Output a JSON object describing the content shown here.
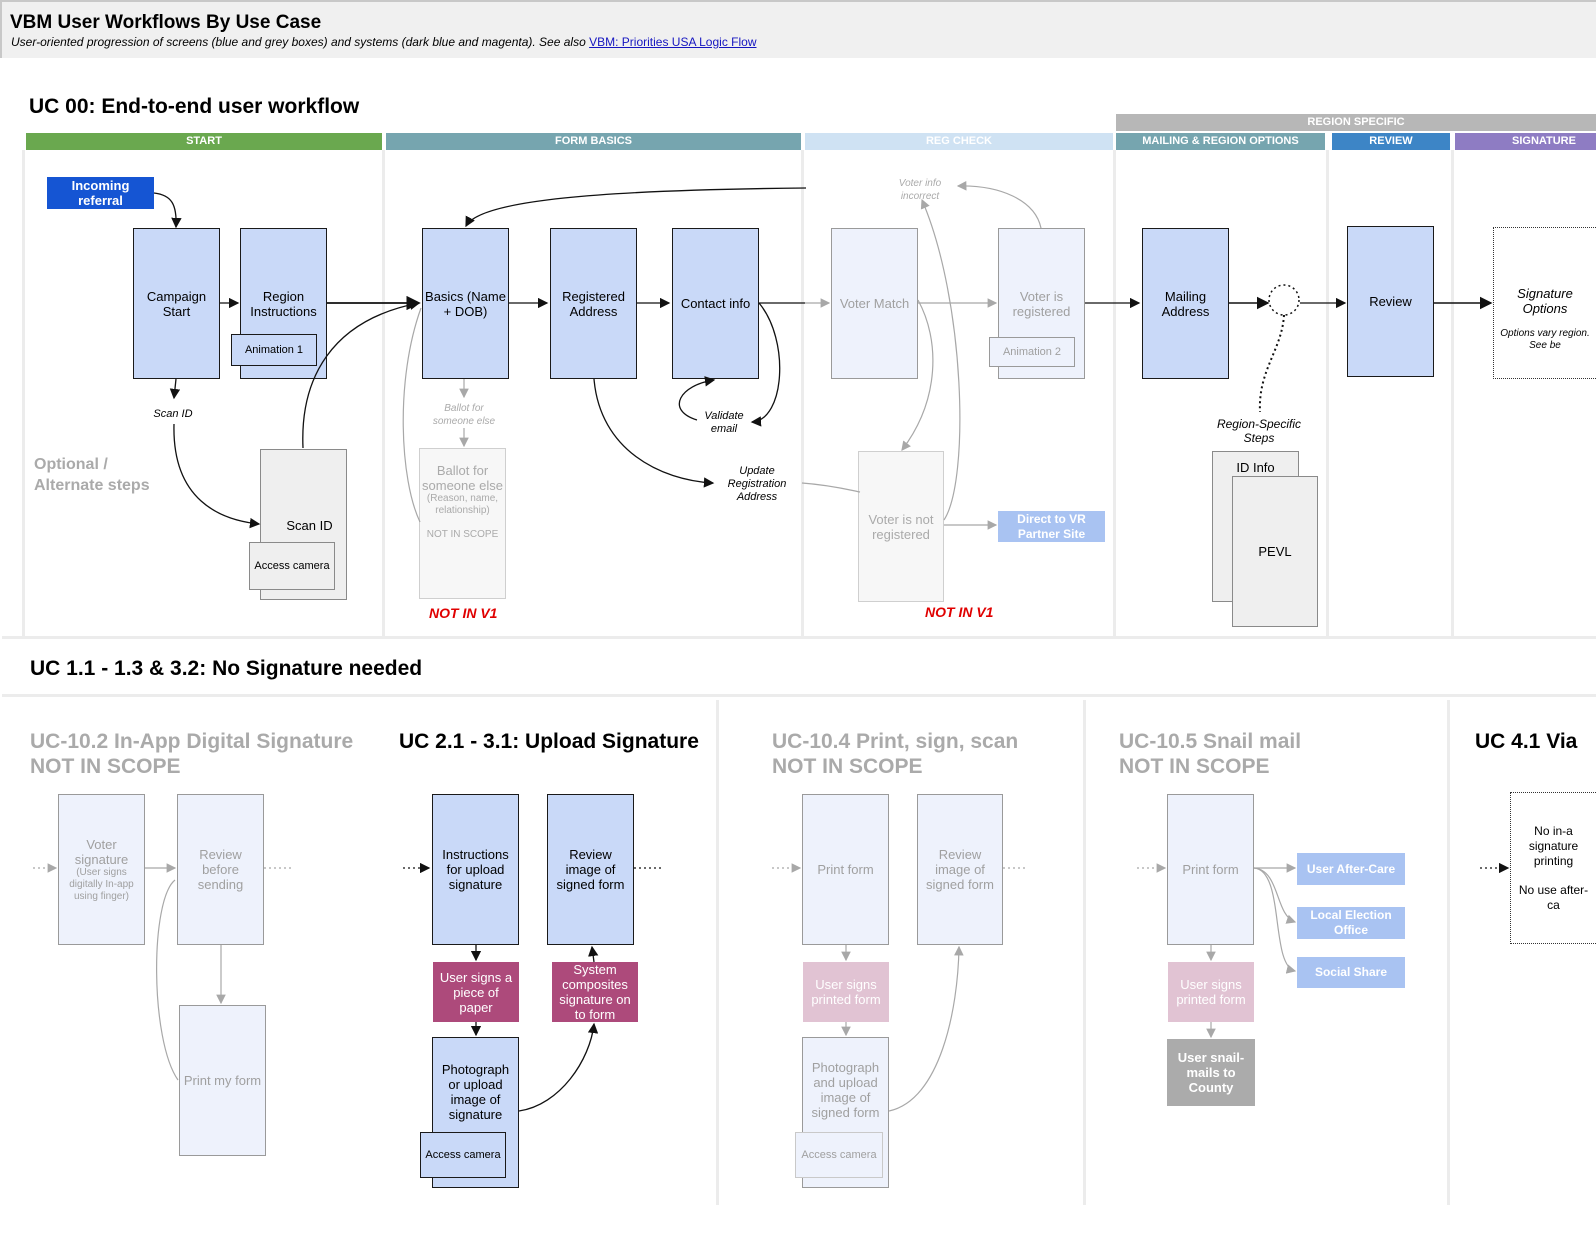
{
  "header": {
    "title": "VBM User Workflows By Use Case",
    "subtitle": "User-oriented progression of screens (blue and grey boxes) and systems (dark blue and magenta). See also",
    "link_text": "VBM: Priorities USA Logic Flow"
  },
  "uc00": {
    "title": "UC 00: End-to-end user workflow",
    "region_group": "REGION SPECIFIC",
    "lanes": {
      "start": "START",
      "form_basics": "FORM BASICS",
      "reg_check": "REG CHECK",
      "mailing": "MAILING & REGION OPTIONS",
      "review": "REVIEW",
      "signature": "SIGNATURE"
    },
    "optional_label": "Optional / Alternate steps",
    "incoming": "Incoming referral",
    "campaign_start": "Campaign Start",
    "region_instructions": "Region Instructions",
    "animation1": "Animation 1",
    "scan_id_note": "Scan ID",
    "scan_id": "Scan ID",
    "access_camera": "Access camera",
    "basics": "Basics (Name + DOB)",
    "ballot_note": "Ballot for someone else",
    "ballot_box_title": "Ballot for someone else",
    "ballot_box_detail": "(Reason, name, relationship)",
    "ballot_box_scope": "NOT IN SCOPE",
    "not_in_v1": "NOT IN V1",
    "registered_address": "Registered Address",
    "contact_info": "Contact info",
    "validate_email": "Validate email",
    "update_reg": "Update Registration Address",
    "voter_info_incorrect": "Voter info incorrect",
    "voter_match": "Voter Match",
    "voter_registered": "Voter is registered",
    "animation2": "Animation 2",
    "voter_not_registered": "Voter is not registered",
    "direct_vr": "Direct to VR Partner Site",
    "mailing_address": "Mailing Address",
    "region_steps": "Region-Specific Steps",
    "id_info": "ID Info",
    "pevl": "PEVL",
    "review": "Review",
    "signature_options": "Signature Options",
    "signature_note": "Options vary region. See be"
  },
  "uc11": {
    "title": "UC 1.1 - 1.3 & 3.2: No Signature needed"
  },
  "p102": {
    "title": "UC-10.2 In-App Digital Signature",
    "scope": "NOT IN SCOPE",
    "voter_sig": "Voter signature",
    "voter_sig_detail": "(User signs digitally In-app using finger)",
    "review_before": "Review before sending",
    "print_my": "Print my form"
  },
  "p21": {
    "title": "UC 2.1 - 3.1: Upload Signature",
    "instructions": "Instructions for upload signature",
    "review_image": "Review image of signed form",
    "user_signs": "User signs a piece of paper",
    "system_composites": "System composites signature on to form",
    "photograph": "Photograph or upload image of signature",
    "access_camera": "Access camera"
  },
  "p104": {
    "title": "UC-10.4 Print, sign, scan",
    "scope": "NOT IN SCOPE",
    "print_form": "Print form",
    "review_image": "Review image of signed form",
    "user_signs": "User signs printed form",
    "photograph": "Photograph and upload image of signed form",
    "access_camera": "Access camera"
  },
  "p105": {
    "title": "UC-10.5 Snail mail",
    "scope": "NOT IN SCOPE",
    "print_form": "Print form",
    "user_signs": "User signs printed form",
    "snail_mail": "User snail-mails to County",
    "after_care": "User After-Care",
    "local_office": "Local Election Office",
    "social_share": "Social Share"
  },
  "p41": {
    "title": "UC 4.1 Via",
    "no_inapp": "No in-a signature printing",
    "no_user": "No use after-ca"
  }
}
